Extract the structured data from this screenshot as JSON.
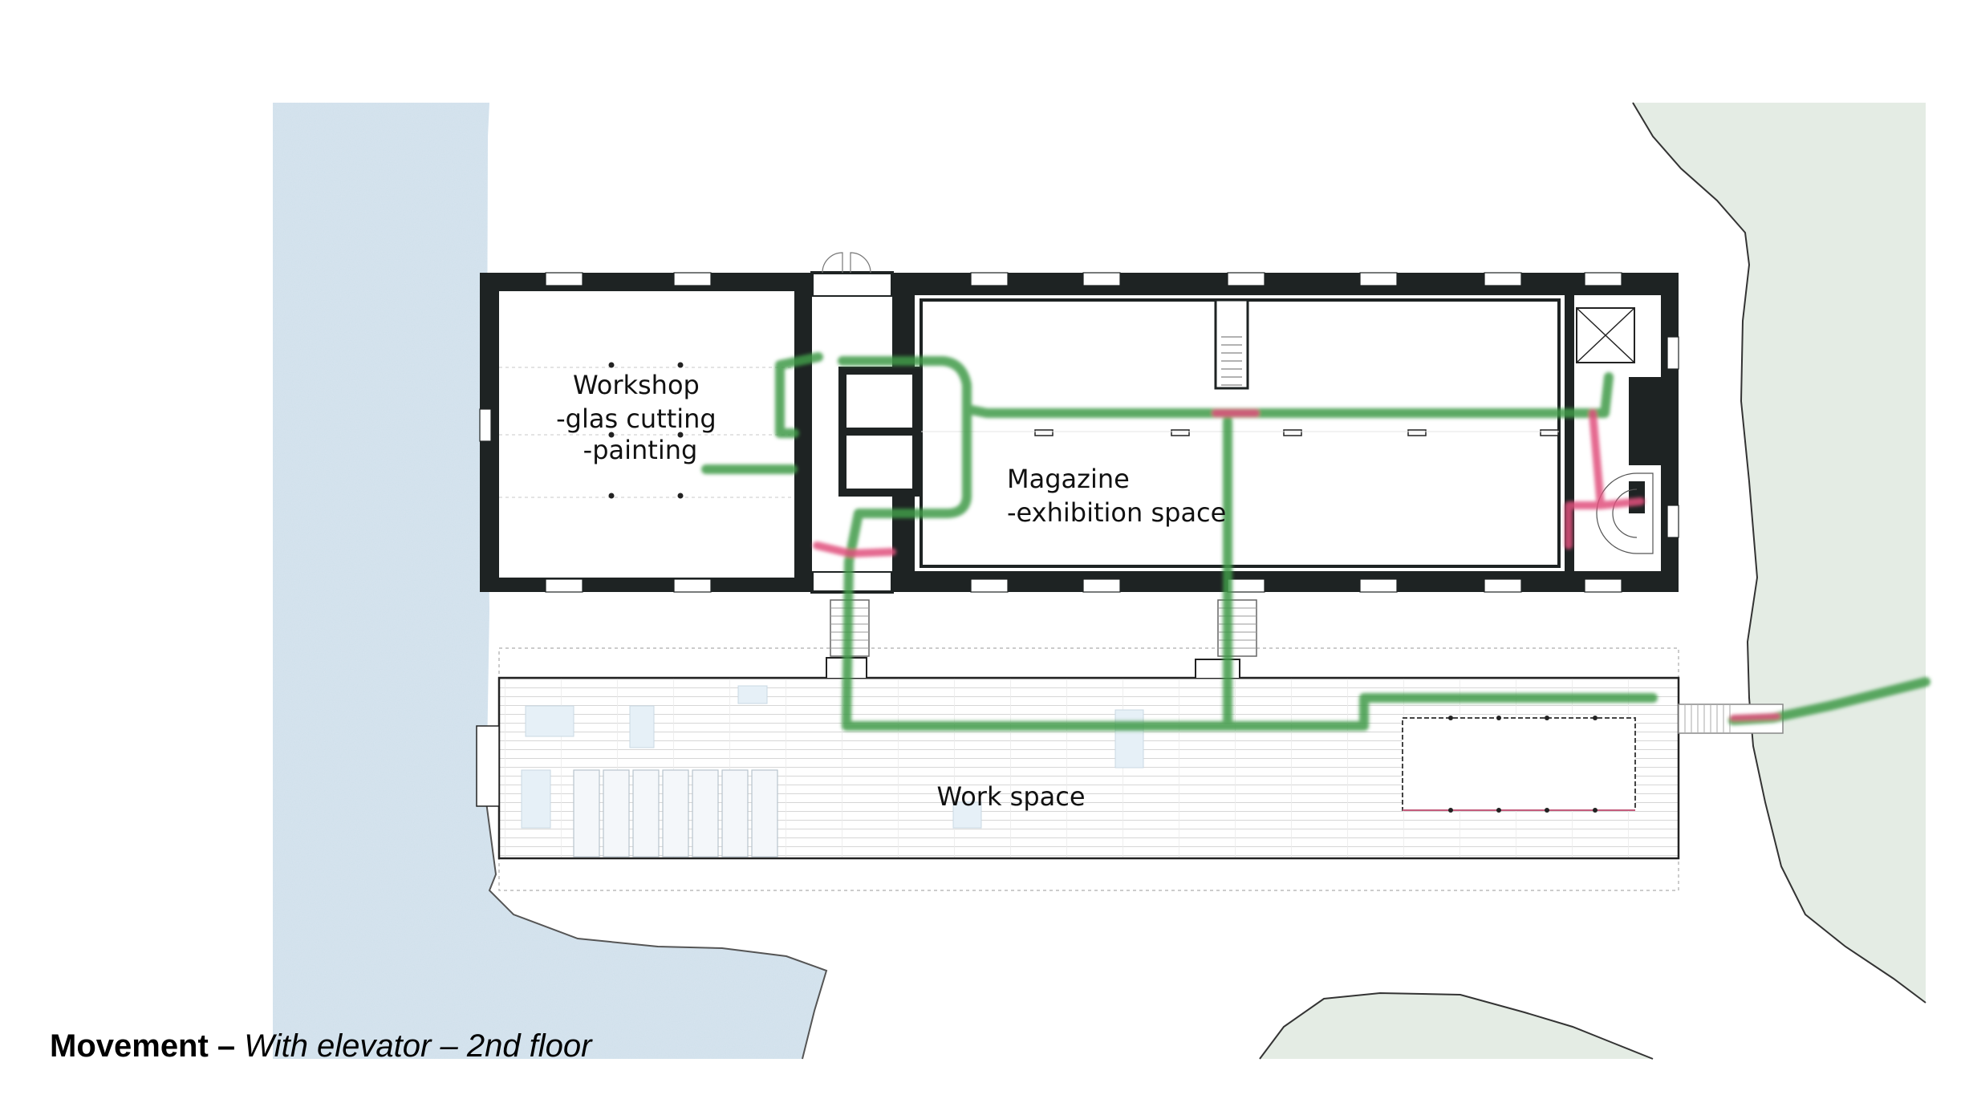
{
  "caption": {
    "title": "Movement –",
    "subtitle": " With elevator – 2nd floor"
  },
  "rooms": {
    "workshop": [
      "Workshop",
      "-glas cutting",
      "-painting"
    ],
    "magazine": [
      "Magazine",
      "-exhibition space"
    ],
    "work_space": "Work space"
  },
  "colors": {
    "water": "#cfdfeb",
    "land": "#e4ece4",
    "wall": "#1e2323",
    "path_green": "#3e9a48",
    "path_pink": "#e0507c"
  }
}
